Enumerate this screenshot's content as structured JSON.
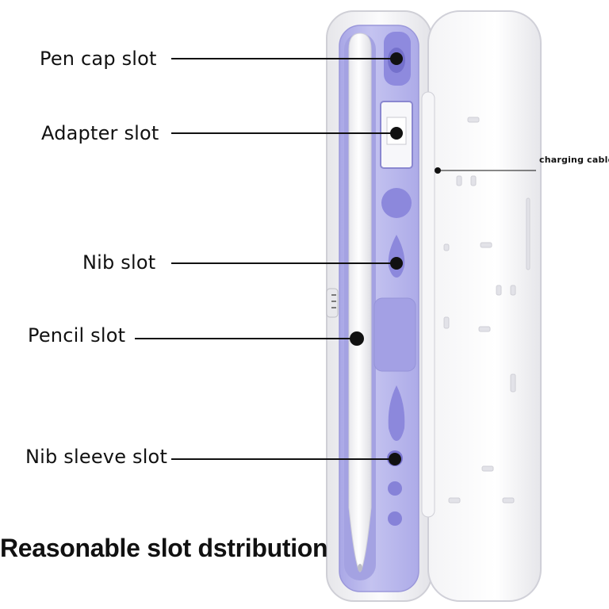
{
  "labels": {
    "pen_cap_slot": "Pen cap slot",
    "adapter_slot": "Adapter slot",
    "nib_slot": "Nib slot",
    "pencil_slot": "Pencil slot",
    "nib_sleeve_slot": "Nib sleeve slot",
    "charging_cable": "charging cable"
  },
  "caption": "Reasonable slot dstribution",
  "colors": {
    "tray": "#b9b8ec",
    "tray_shadow": "#8f8cd6",
    "slot": "#8c88dc",
    "case_shell": "#f3f3f5",
    "case_edge": "#d4d4da",
    "pencil": "#fafafa",
    "leader": "#111111",
    "text": "#111111"
  }
}
